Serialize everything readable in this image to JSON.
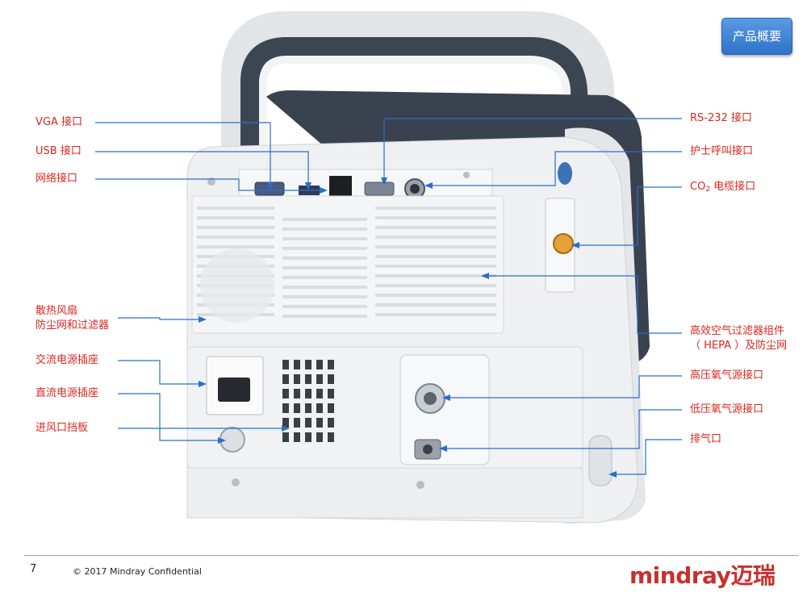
{
  "header": {
    "badge": "产品概要"
  },
  "labels_left": {
    "vga": "VGA 接口",
    "usb": "USB 接口",
    "network": "网络接口",
    "fan_line1": "散热风扇",
    "fan_line2": "防尘网和过滤器",
    "ac_power": "交流电源插座",
    "dc_power": "直流电源插座",
    "intake": "进风口挡板"
  },
  "labels_right": {
    "rs232": "RS-232  接口",
    "nurse_call": "护士呼叫接口",
    "co2_prefix": "CO",
    "co2_sub": "2",
    "co2_suffix": "  电缆接口",
    "hepa_line1": "高效空气过滤器组件",
    "hepa_line2": "（ HEPA ）及防尘网",
    "high_o2": "高压氧气源接口",
    "low_o2": "低压氧气源接口",
    "exhaust": "排气口"
  },
  "footer": {
    "page_number": "7",
    "copyright": "© 2017 Mindray Confidential",
    "logo": "mindray迈瑞"
  },
  "colors": {
    "label_red": "#d8261e",
    "leader_blue": "#2a6fc7",
    "badge_blue": "#3a7fd5",
    "logo_red": "#c9302c"
  }
}
